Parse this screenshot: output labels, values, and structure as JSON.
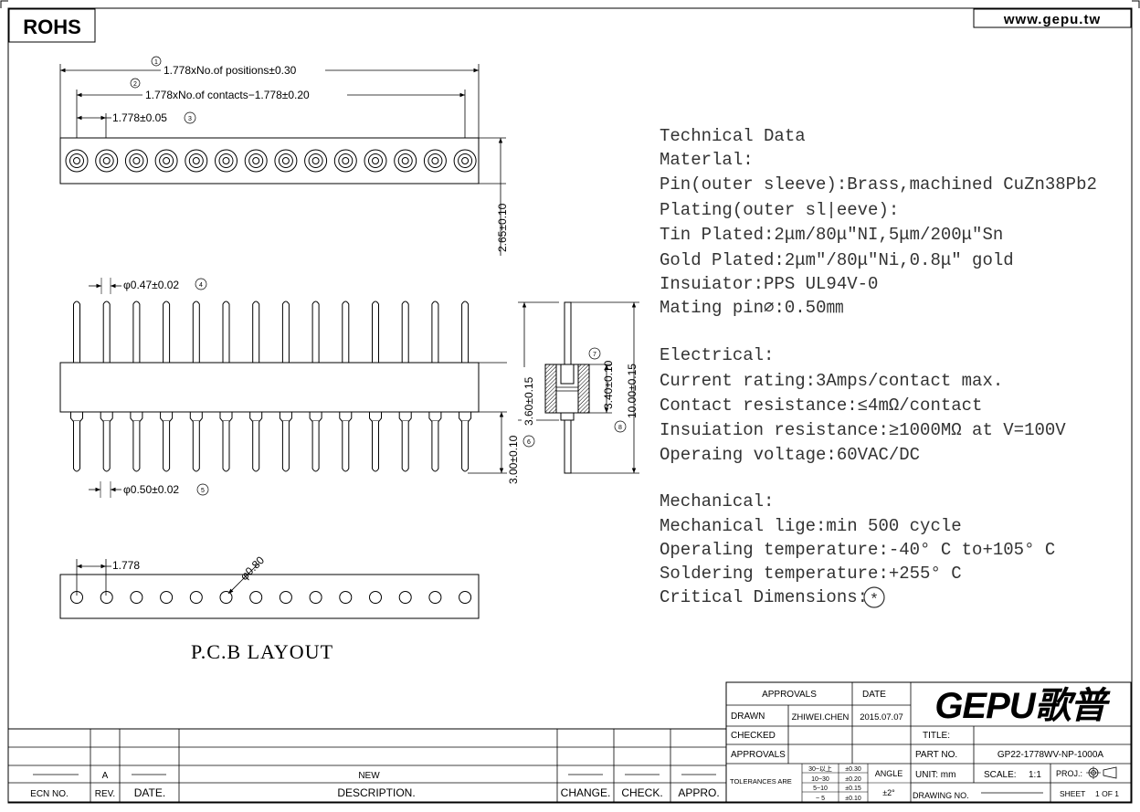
{
  "header": {
    "rohs_label": "ROHS",
    "website": "www.gepu.tw"
  },
  "dimensions": {
    "positions_formula": "1.778xNo.of positions±0.30",
    "contacts_formula": "1.778xNo.of contacts−1.778±0.20",
    "pitch": "1.778±0.05",
    "insulator_height": "2.65±0.10",
    "pin_top_dia": "φ0.47±0.02",
    "pin_bottom_dia": "φ0.50±0.02",
    "body_height": "3.60±0.15",
    "tail_length": "3.00±0.10",
    "sleeve_length": "3.40±0.10",
    "total_length": "10.00±0.15",
    "pcb_pitch": "1.778",
    "pcb_hole": "φ0.80",
    "markers": [
      "1",
      "2",
      "3",
      "4",
      "5",
      "6",
      "7",
      "8"
    ]
  },
  "pin_count": 14,
  "pcb_layout_label": "P.C.B LAYOUT",
  "tech_data": {
    "heading": "Technical Data",
    "material_heading": "Materlal:",
    "material_lines": [
      "Pin(outer sleeve):Brass,machined CuZn38Pb2",
      "Plating(outer sl|eeve):",
      "Tin Plated:2μm/80μ\"NI,5μm/200μ\"Sn",
      "Gold Plated:2μm\"/80μ\"Ni,0.8μ\" gold",
      "Insuiator:PPS UL94V-0",
      "Mating pin∅:0.50㎜"
    ],
    "electrical_heading": "Electrical:",
    "electrical_lines": [
      "Current rating:3Amps/contact max.",
      "Contact resistance:≤4mΩ/contact",
      "Insuiation resistance:≥1000MΩ at V=100V",
      "Operaing voltage:60VAC/DC"
    ],
    "mechanical_heading": "Mechanical:",
    "mechanical_lines": [
      "Mechanical lige:min 500 cycle",
      "Operaling temperature:-40° C  to+105° C",
      "Soldering temperature:+255° C"
    ],
    "critical_label": "Critical Dimensions:",
    "critical_symbol": "*"
  },
  "title_block": {
    "approvals_header": "APPROVALS",
    "date_header": "DATE",
    "drawn_label": "DRAWN",
    "drawn_by": "ZHIWEI.CHEN",
    "drawn_date": "2015.07.07",
    "checked_label": "CHECKED",
    "approvals_label": "APPROVALS",
    "logo": "GEPU歌普",
    "title_label": "TITLE:",
    "part_no_label": "PART NO.",
    "part_no": "GP22-1778WV-NP-1000A",
    "tolerances_label": "TOLERANCES ARE",
    "tol_ranges": [
      "30~以上",
      "10~30",
      "5~10",
      "~ 5"
    ],
    "tol_values": [
      "±0.30",
      "±0.20",
      "±0.15",
      "±0.10"
    ],
    "angle_label": "ANGLE",
    "angle_value": "±2°",
    "unit_label": "UNIT: mm",
    "scale_label": "SCALE:",
    "scale_value": "1:1",
    "proj_label": "PROJ.:",
    "drawing_no_label": "DRAWING NO.",
    "sheet_label": "SHEET",
    "sheet_value": "1 OF 1"
  },
  "revision_block": {
    "row_rev": "A",
    "row_description": "NEW",
    "headers": [
      "ECN NO.",
      "REV.",
      "DATE.",
      "DESCRIPTION.",
      "CHANGE.",
      "CHECK.",
      "APPRO."
    ]
  }
}
